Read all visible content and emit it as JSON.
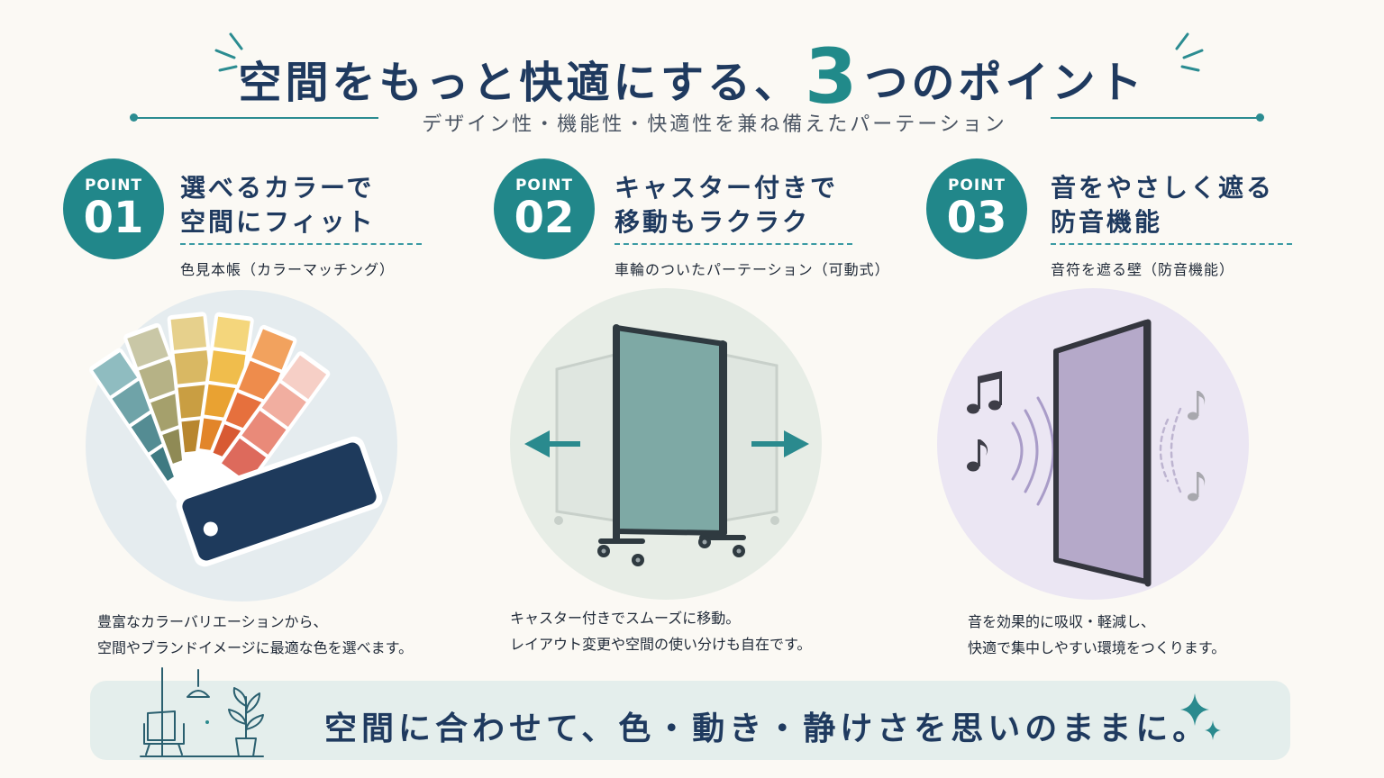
{
  "header": {
    "title_before": "空間をもっと快適にする、",
    "title_number": "3",
    "title_after": "つのポイント",
    "subtitle": "デザイン性・機能性・快適性を兼ね備えたパーテーション"
  },
  "points": [
    {
      "badge_label": "POINT",
      "badge_number": "01",
      "title_line1": "選べるカラーで",
      "title_line2": "空間にフィット",
      "caption": "色見本帳（カラーマッチング）",
      "desc_line1": "豊富なカラーバリエーションから、",
      "desc_line2": "空間やブランドイメージに最適な色を選べます。"
    },
    {
      "badge_label": "POINT",
      "badge_number": "02",
      "title_line1": "キャスター付きで",
      "title_line2": "移動もラクラク",
      "caption": "車輪のついたパーテーション（可動式）",
      "desc_line1": "キャスター付きでスムーズに移動。",
      "desc_line2": "レイアウト変更や空間の使い分けも自在です。"
    },
    {
      "badge_label": "POINT",
      "badge_number": "03",
      "title_line1": "音をやさしく遮る",
      "title_line2": "防音機能",
      "caption": "音符を遮る壁（防音機能）",
      "desc_line1": "音を効果的に吸収・軽減し、",
      "desc_line2": "快適で集中しやすい環境をつくります。"
    }
  ],
  "footer": {
    "text": "空間に合わせて、色・動き・静けさを思いのままに。"
  },
  "icons": {
    "illustration_1": "color-swatch-fan-icon",
    "illustration_2": "caster-partition-icon",
    "illustration_3": "soundproof-wall-icon",
    "footer_left": "chair-lamp-plant-icon",
    "footer_right": "sparkle-icon"
  },
  "colors": {
    "accent_teal": "#21878a",
    "navy": "#1f3a5f",
    "background": "#fbf9f4",
    "banner": "#e4eeec"
  }
}
